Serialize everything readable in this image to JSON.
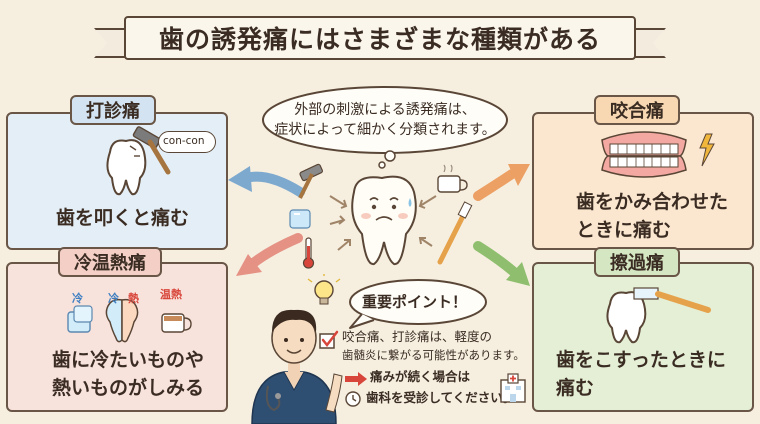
{
  "title": "歯の誘発痛にはさまざまな種類がある",
  "intro_bubble": {
    "line1": "外部の刺激による誘発痛は、",
    "line2": "症状によって細かく分類されます。"
  },
  "categories": {
    "percussion": {
      "label": "打診痛",
      "desc": "歯を叩くと痛む",
      "sound": "con-con"
    },
    "temperature": {
      "label": "冷温熱痛",
      "desc_line1": "歯に冷たいものや",
      "desc_line2": "熱いものがしみる",
      "icon_cold": "冷",
      "icon_cold2": "冷",
      "icon_hot": "熱",
      "icon_warm_hot": "温熱"
    },
    "bite": {
      "label": "咬合痛",
      "desc_line1": "歯をかみ合わせた",
      "desc_line2": "ときに痛む"
    },
    "brush": {
      "label": "擦過痛",
      "desc_line1": "歯をこすったときに",
      "desc_line2": "痛む"
    }
  },
  "important": {
    "heading": "重要ポイント！",
    "line1": "咬合痛、打診痛は、軽度の",
    "line2": "歯髄炎に繋がる可能性があります。",
    "line3": "痛みが続く場合は",
    "line4": "歯科を受診してください。"
  },
  "colors": {
    "arrow_blue": "#7ea9cf",
    "arrow_pink": "#e59184",
    "arrow_orange": "#eca064",
    "arrow_green": "#8fbf6e",
    "outline": "#5a4636",
    "check_red": "#d8453a",
    "scrubs": "#2f4f72"
  }
}
